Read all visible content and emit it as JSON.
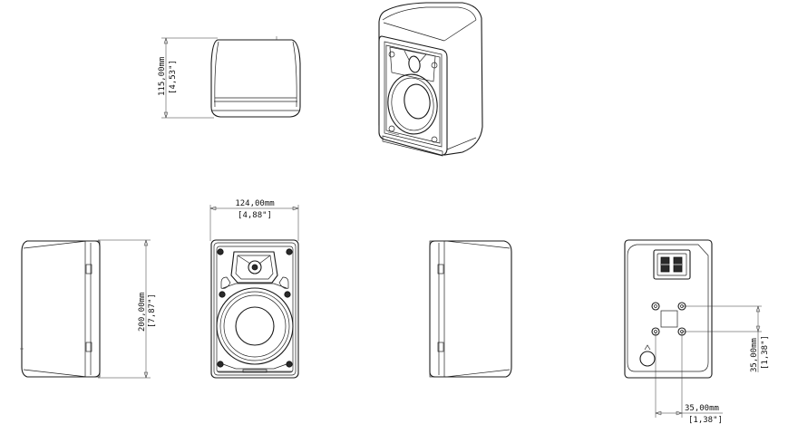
{
  "dimensions": {
    "depth": {
      "mm": "115,00mm",
      "inch": "[4,53\"]"
    },
    "width": {
      "mm": "124,00mm",
      "inch": "[4,88\"]"
    },
    "height": {
      "mm": "200,00mm",
      "inch": "[7,87\"]"
    },
    "mount_vertical": {
      "mm": "35,00mm",
      "inch": "[1,38\"]"
    },
    "mount_horizontal": {
      "mm": "35,00mm",
      "inch": "[1,38\"]"
    }
  }
}
